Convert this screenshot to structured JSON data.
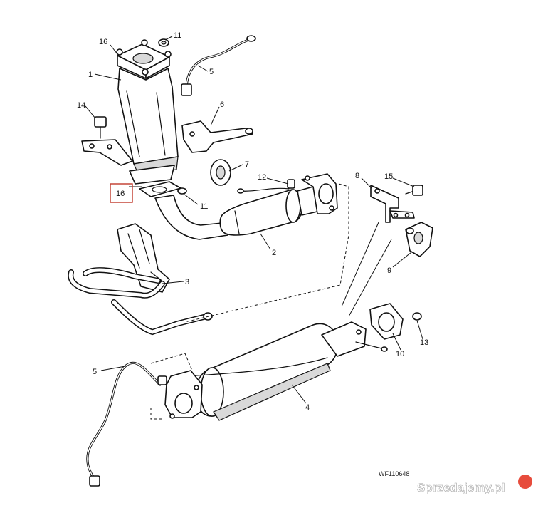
{
  "callouts": [
    "16",
    "11",
    "5",
    "1",
    "14",
    "6",
    "7",
    "12",
    "8",
    "15",
    "16",
    "11",
    "2",
    "9",
    "3",
    "10",
    "13",
    "5",
    "4"
  ],
  "highlighted_callout": "16",
  "figure_code": "WF110648",
  "watermark": "Sprzedajemy.pl",
  "colors": {
    "line": "#111111",
    "highlight": "#c0392b",
    "watermark_badge": "#e74c3c"
  }
}
